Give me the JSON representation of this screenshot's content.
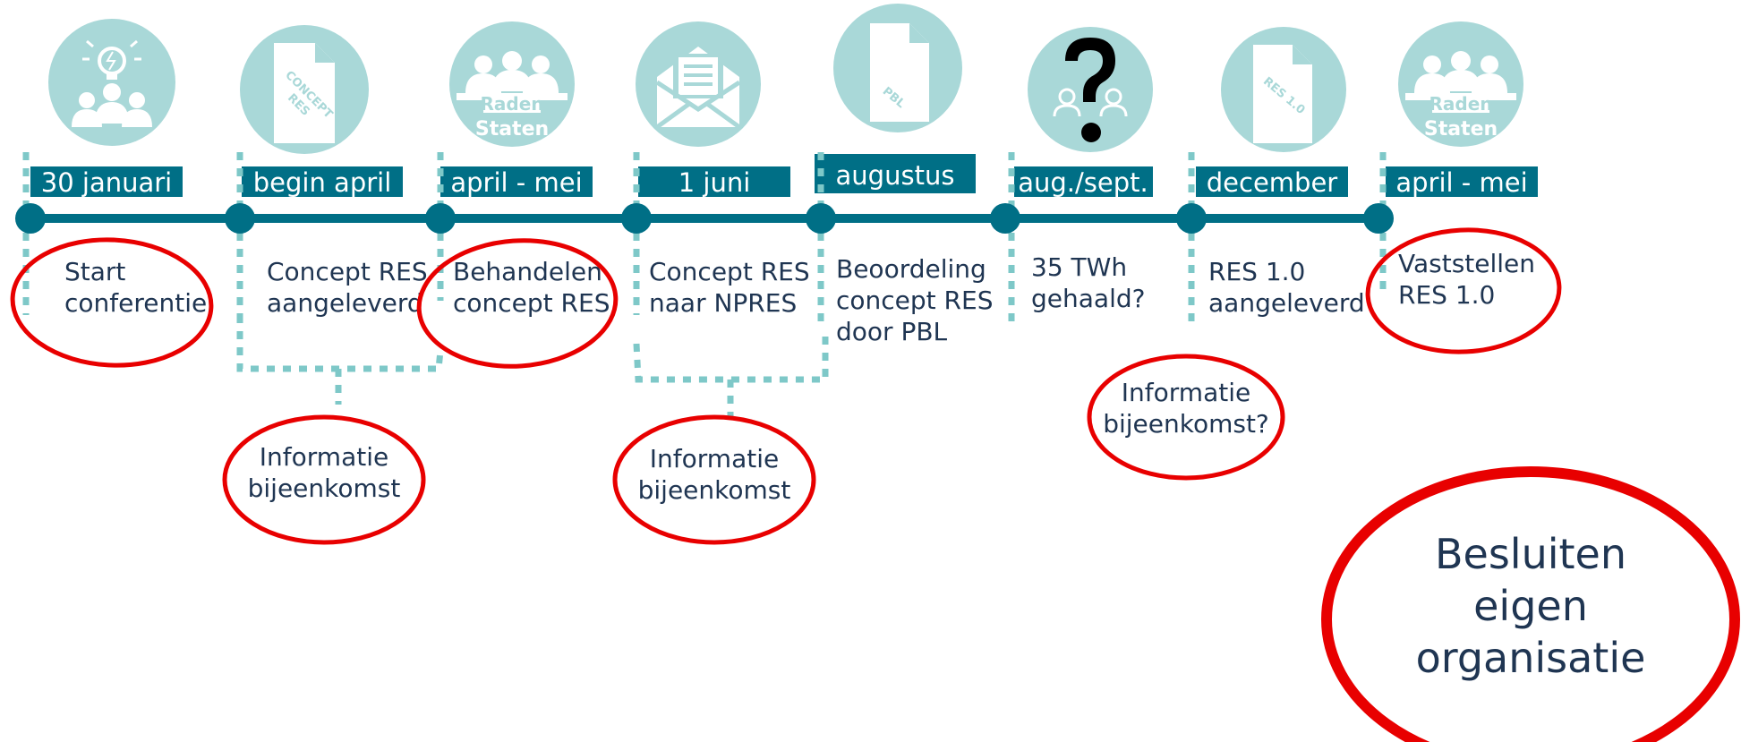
{
  "colors": {
    "timeline": "#006f86",
    "icon_circle": "#a9d8d8",
    "dots": "#7ec8c8",
    "highlight": "#e80000",
    "text": "#1f3552"
  },
  "milestones": [
    {
      "date": "30 januari",
      "desc1": "Start",
      "desc2": "conferentie",
      "desc3": "",
      "icon": "idea-people-icon"
    },
    {
      "date": "begin april",
      "desc1": "Concept RES",
      "desc2": "aangeleverd",
      "desc3": "",
      "icon": "concept-document-icon"
    },
    {
      "date": "april - mei",
      "desc1": "Behandelen",
      "desc2": "concept RES",
      "desc3": "",
      "icon": "raden-staten-icon"
    },
    {
      "date": "1 juni",
      "desc1": "Concept RES",
      "desc2": "naar NPRES",
      "desc3": "",
      "icon": "envelope-icon"
    },
    {
      "date": "augustus",
      "desc1": "Beoordeling",
      "desc2": "concept RES",
      "desc3": "door PBL",
      "icon": "pbl-document-icon"
    },
    {
      "date": "aug./sept.",
      "desc1": "35 TWh",
      "desc2": "gehaald?",
      "desc3": "",
      "icon": "question-mark-icon"
    },
    {
      "date": "december",
      "desc1": "RES 1.0",
      "desc2": "aangeleverd",
      "desc3": "",
      "icon": "res-document-icon"
    },
    {
      "date": "april - mei",
      "desc1": "Vaststellen",
      "desc2": "RES 1.0",
      "desc3": "",
      "icon": "raden-staten-icon"
    }
  ],
  "icon_texts": {
    "concept": "CONCEPT",
    "res": "RES",
    "raden": "Raden",
    "staten": "Staten",
    "pbl": "PBL",
    "res10": "RES 1.0"
  },
  "info_events": [
    {
      "line1": "Informatie",
      "line2": "bijeenkomst"
    },
    {
      "line1": "Informatie",
      "line2": "bijeenkomst"
    },
    {
      "line1": "Informatie",
      "line2": "bijeenkomst?"
    }
  ],
  "decision": {
    "line1": "Besluiten",
    "line2": "eigen",
    "line3": "organisatie"
  }
}
